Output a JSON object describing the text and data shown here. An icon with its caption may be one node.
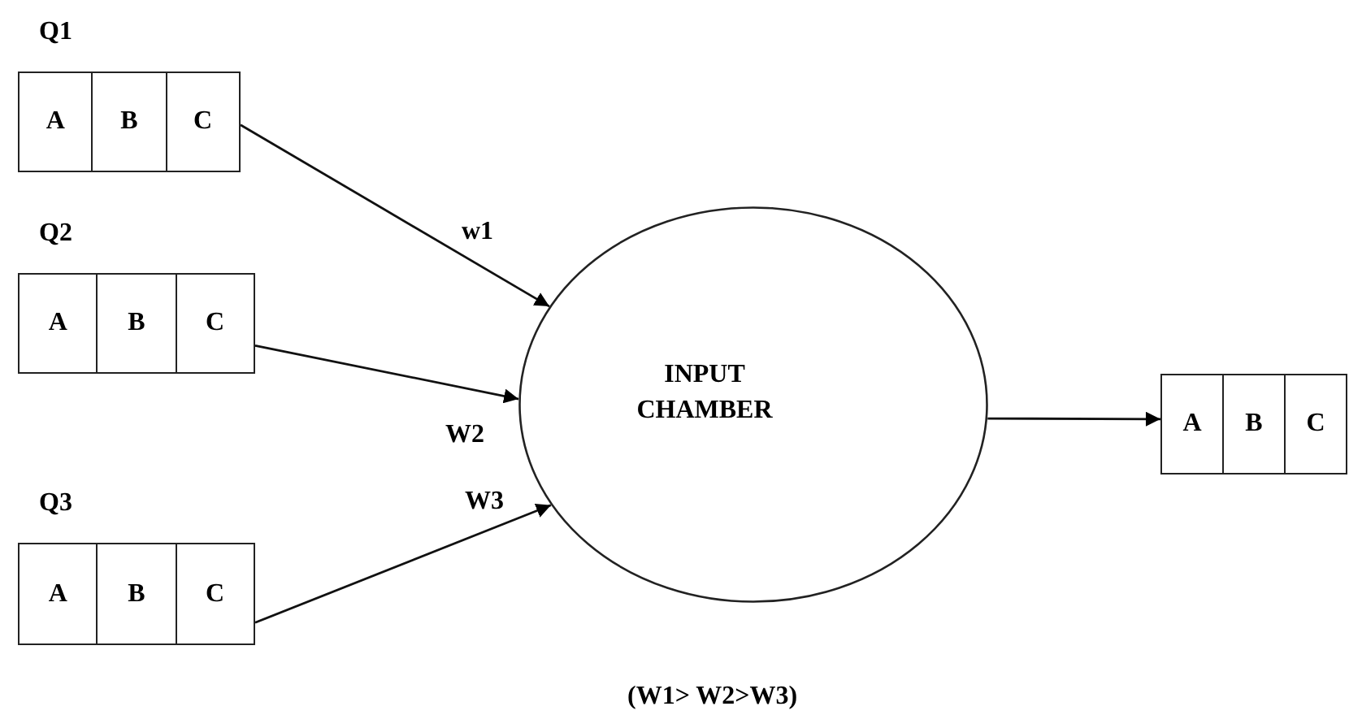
{
  "diagram": {
    "nodes": [
      {
        "text": [
          "Q1"
        ]
      },
      {
        "text": [
          "A"
        ],
        "in": 0
      },
      {
        "text": [
          "B"
        ],
        "in": 0
      },
      {
        "text": [
          "C"
        ],
        "in": 0
      },
      {
        "text": [
          "Q2"
        ]
      },
      {
        "text": [
          "A"
        ],
        "in": 4
      },
      {
        "text": [
          "B"
        ],
        "in": 4
      },
      {
        "text": [
          "C"
        ],
        "in": 4
      },
      {
        "text": [
          "Q3"
        ]
      },
      {
        "text": [
          "A"
        ],
        "in": 8
      },
      {
        "text": [
          "B"
        ],
        "in": 8
      },
      {
        "text": [
          "C"
        ],
        "in": 8
      },
      {
        "text": [
          "INPUT CHAMBER"
        ]
      },
      {
        "text": [],
        "shape": "box"
      },
      {
        "text": [
          "A"
        ],
        "in": 13
      },
      {
        "text": [
          "B"
        ],
        "in": 13
      },
      {
        "text": [
          "C"
        ],
        "in": 13
      }
    ],
    "edges": [
      {
        "from": 0,
        "to": 12,
        "arrow": "to",
        "label": "w1"
      },
      {
        "from": 4,
        "to": 12,
        "arrow": "to",
        "label": "W2"
      },
      {
        "from": 8,
        "to": 12,
        "arrow": "to",
        "label": "W3"
      },
      {
        "from": 12,
        "to": 13,
        "arrow": "to"
      }
    ],
    "labels": [
      "(W1> W2>W3)"
    ]
  }
}
